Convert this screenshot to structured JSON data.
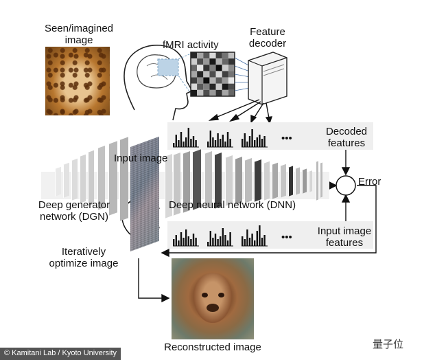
{
  "labels": {
    "seen_image": "Seen/imagined\nimage",
    "fmri": "fMRI activity",
    "decoder": "Feature\ndecoder",
    "decoded": "Decoded\nfeatures",
    "input_image": "Input image",
    "error": "Error",
    "dgn": "Deep generator\nnetwork (DGN)",
    "dnn": "Deep neural network (DNN)",
    "input_features": "Input image\nfeatures",
    "optimize": "Iteratively\noptimize image",
    "reconstructed": "Reconstructed image",
    "ellipsis_top": "•••",
    "ellipsis_bottom": "•••"
  },
  "footer": {
    "credit": "© Kamitani Lab / Kyoto University"
  },
  "watermark": {
    "text": "量子位"
  },
  "fmri_grid": [
    [
      0.85,
      0.35,
      0.65,
      0.15,
      0.75,
      0.55,
      0.25
    ],
    [
      0.2,
      0.7,
      0.4,
      0.9,
      0.3,
      0.6,
      0.8
    ],
    [
      0.6,
      0.1,
      0.8,
      0.5,
      0.95,
      0.2,
      0.45
    ],
    [
      0.35,
      0.85,
      0.25,
      0.7,
      0.15,
      0.75,
      0.55
    ],
    [
      0.75,
      0.45,
      0.95,
      0.3,
      0.65,
      0.4,
      0.1
    ],
    [
      0.15,
      0.65,
      0.5,
      0.85,
      0.2,
      0.9,
      0.7
    ],
    [
      0.9,
      0.25,
      0.7,
      0.4,
      0.8,
      0.35,
      0.6
    ]
  ],
  "decoded_hist": [
    [
      3,
      9,
      5,
      11,
      4,
      7,
      14,
      6,
      8,
      5
    ],
    [
      4,
      12,
      7,
      5,
      10,
      6,
      9,
      4,
      11,
      6
    ],
    [
      6,
      10,
      4,
      8,
      13,
      5,
      7,
      9,
      6,
      8
    ]
  ],
  "input_hist": [
    [
      5,
      8,
      4,
      10,
      6,
      12,
      7,
      5,
      9,
      6
    ],
    [
      3,
      11,
      6,
      9,
      5,
      7,
      13,
      8,
      4,
      10
    ],
    [
      7,
      5,
      12,
      6,
      9,
      4,
      11,
      15,
      6,
      8
    ]
  ]
}
